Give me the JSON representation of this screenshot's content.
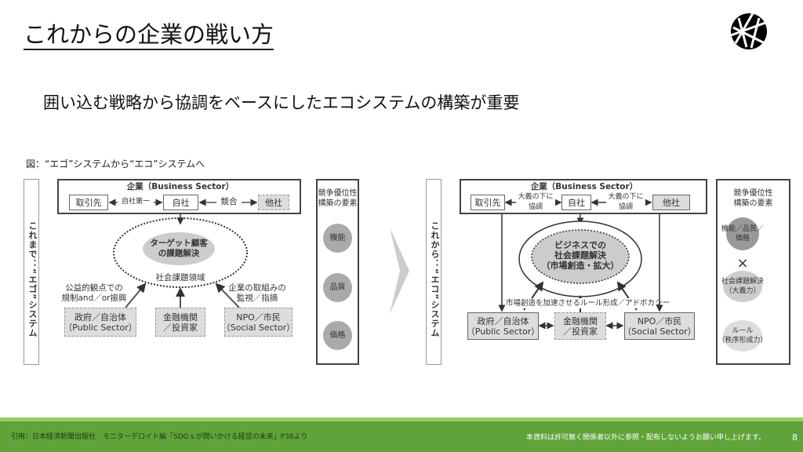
{
  "header": {
    "title": "これからの企業の戦い方",
    "logo": "circle-lines-logo"
  },
  "subtitle": "囲い込む戦略から協調をベースにしたエコシステムの構築が重要",
  "caption": "図：“エゴ”システムから“エコ”システムへ",
  "left_diagram": {
    "side_label": "これまで：“エゴ”システム",
    "business_sector": "企業（Business Sector）",
    "partner": "取引先",
    "self": "自社",
    "competitor": "他社",
    "rel_left": "自社第一",
    "rel_right": "競合",
    "target": "ターゲット顧客\nの課題解決",
    "social_domain": "社会課題領域",
    "public_note": "公益的観点での\n規制and／or振興",
    "social_note": "企業の取組みの\n監視／指摘",
    "public": "政府／自治体\n（Public Sector）",
    "finance": "金融機関\n／投資家",
    "npo": "NPO／市民\n（Social Sector）",
    "elements_title": "競争優位性\n構築の要素",
    "elements": [
      "機能",
      "品質",
      "価格"
    ]
  },
  "right_diagram": {
    "side_label": "これから：“エコ”システム",
    "business_sector": "企業（Business Sector）",
    "partner": "取引先",
    "self": "自社",
    "competitor": "他社",
    "rel_left": "大義の下に\n協調",
    "rel_right": "大義の下に\n協調",
    "core": "ビジネスでの\n社会課題解決\n（市場創造・拡大）",
    "rule_note": "市場創造を加速させるルール形成／アドボカシー",
    "public": "政府／自治体\n（Public Sector）",
    "finance": "金融機関\n／投資家",
    "npo": "NPO／市民\n（Social Sector）",
    "elements_title": "競争優位性\n構築の要素",
    "elements": [
      "機能／品質／\n価格",
      "社会課題解決\n（大義力）",
      "ルール\n（秩序形成力）"
    ],
    "times": "×"
  },
  "footer": {
    "citation": "引用：日本経済新聞出版社　モニターデロイト編「SDGｓが問いかける経営の未来」P38より",
    "notice": "本資料は許可無く関係者以外に参照・配布しないようお願い申し上げます。",
    "page": "8"
  },
  "colors": {
    "footer": "#5fa33a",
    "footer_stripe": "#9ccc65"
  }
}
